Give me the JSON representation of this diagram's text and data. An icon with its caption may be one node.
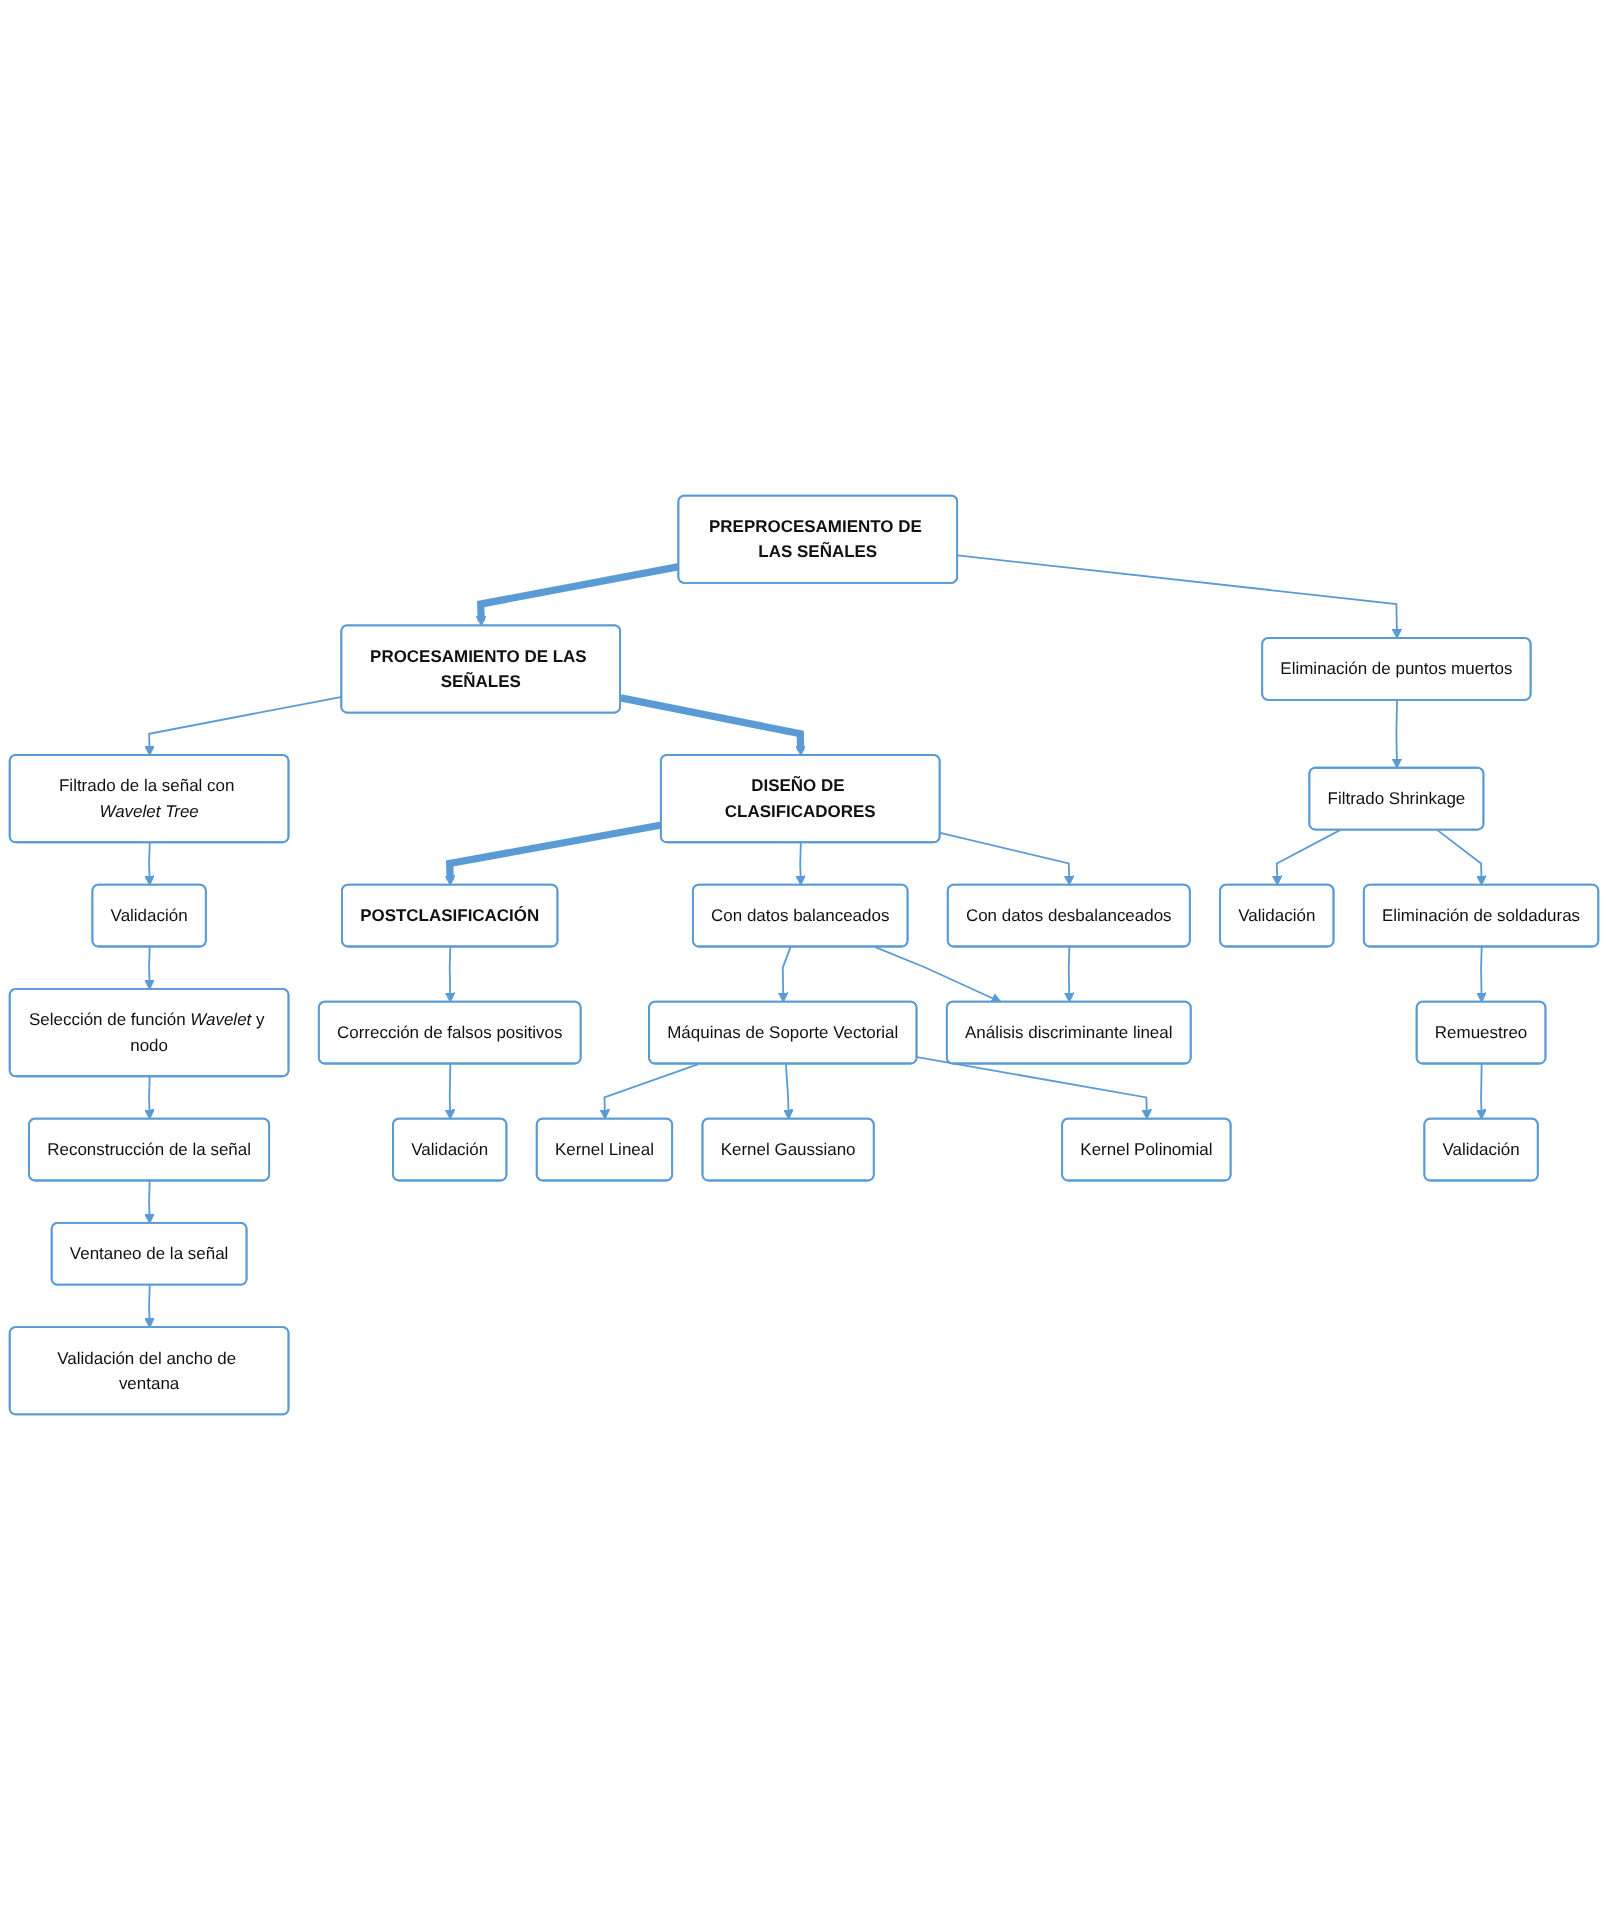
{
  "diagram": {
    "nodes": [
      {
        "text": [
          "PREPROCESAMIENTO DE LAS SEÑALES"
        ]
      },
      {
        "text": [
          "PROCESAMIENTO DE LAS SEÑALES"
        ]
      },
      {
        "text": [
          "Eliminación de puntos muertos"
        ]
      },
      {
        "text": [
          "Validación"
        ]
      },
      {
        "text": [
          "Filtrado de la señal con *Wavelet Tree*"
        ]
      },
      {
        "text": [
          "Validación"
        ]
      },
      {
        "text": [
          "Filtrado Shrinkage"
        ]
      },
      {
        "text": [
          "Selección de función *Wavelet* y nodo"
        ]
      },
      {
        "text": [
          "Reconstrucción de la señal"
        ]
      },
      {
        "text": [
          "Eliminación de soldaduras"
        ]
      },
      {
        "text": [
          "Validación del ancho de ventana"
        ]
      },
      {
        "text": [
          "Ventaneo de la señal"
        ]
      },
      {
        "text": [
          "Validación"
        ]
      },
      {
        "text": [
          "Remuestreo"
        ]
      },
      {
        "text": [
          "POSTCLASIFICACIÓN"
        ]
      },
      {
        "text": [
          "DISEÑO DE CLASIFICADORES"
        ]
      },
      {
        "text": [
          "Validación"
        ]
      },
      {
        "text": [
          "Corrección de falsos positivos"
        ]
      },
      {
        "text": [
          "Con datos balanceados"
        ]
      },
      {
        "text": [
          "Con datos desbalanceados"
        ]
      },
      {
        "text": [
          "Máquinas de Soporte Vectorial"
        ]
      },
      {
        "text": [
          "Análisis discriminante lineal"
        ]
      },
      {
        "text": [
          "Kernel Lineal"
        ]
      },
      {
        "text": [
          "Kernel Gaussiano"
        ]
      },
      {
        "text": [
          "Kernel Polinomial"
        ]
      }
    ],
    "edges": [
      {
        "from": 0,
        "to": 1,
        "arrow": "to",
        "style": "thick"
      },
      {
        "from": 0,
        "to": 2,
        "arrow": "to"
      },
      {
        "from": 2,
        "to": 6,
        "arrow": "to"
      },
      {
        "from": 6,
        "to": 5,
        "arrow": "to"
      },
      {
        "from": 6,
        "to": 9,
        "arrow": "to"
      },
      {
        "from": 9,
        "to": 13,
        "arrow": "to"
      },
      {
        "from": 13,
        "to": 12,
        "arrow": "to"
      },
      {
        "from": 1,
        "to": 4,
        "arrow": "to"
      },
      {
        "from": 4,
        "to": 3,
        "arrow": "to"
      },
      {
        "from": 3,
        "to": 7,
        "arrow": "to"
      },
      {
        "from": 7,
        "to": 8,
        "arrow": "to"
      },
      {
        "from": 8,
        "to": 11,
        "arrow": "to"
      },
      {
        "from": 11,
        "to": 10,
        "arrow": "to"
      },
      {
        "from": 1,
        "to": 15,
        "arrow": "to",
        "style": "thick"
      },
      {
        "from": 15,
        "to": 14,
        "arrow": "to",
        "style": "thick"
      },
      {
        "from": 14,
        "to": 17,
        "arrow": "to"
      },
      {
        "from": 17,
        "to": 16,
        "arrow": "to"
      },
      {
        "from": 15,
        "to": 18,
        "arrow": "to"
      },
      {
        "from": 15,
        "to": 19,
        "arrow": "to"
      },
      {
        "from": 18,
        "to": 20,
        "arrow": "to"
      },
      {
        "from": 18,
        "to": 21,
        "arrow": "to"
      },
      {
        "from": 19,
        "to": 21,
        "arrow": "to"
      },
      {
        "from": 20,
        "to": 22,
        "arrow": "to"
      },
      {
        "from": 20,
        "to": 23,
        "arrow": "to"
      },
      {
        "from": 20,
        "to": 24,
        "arrow": "to"
      }
    ]
  }
}
